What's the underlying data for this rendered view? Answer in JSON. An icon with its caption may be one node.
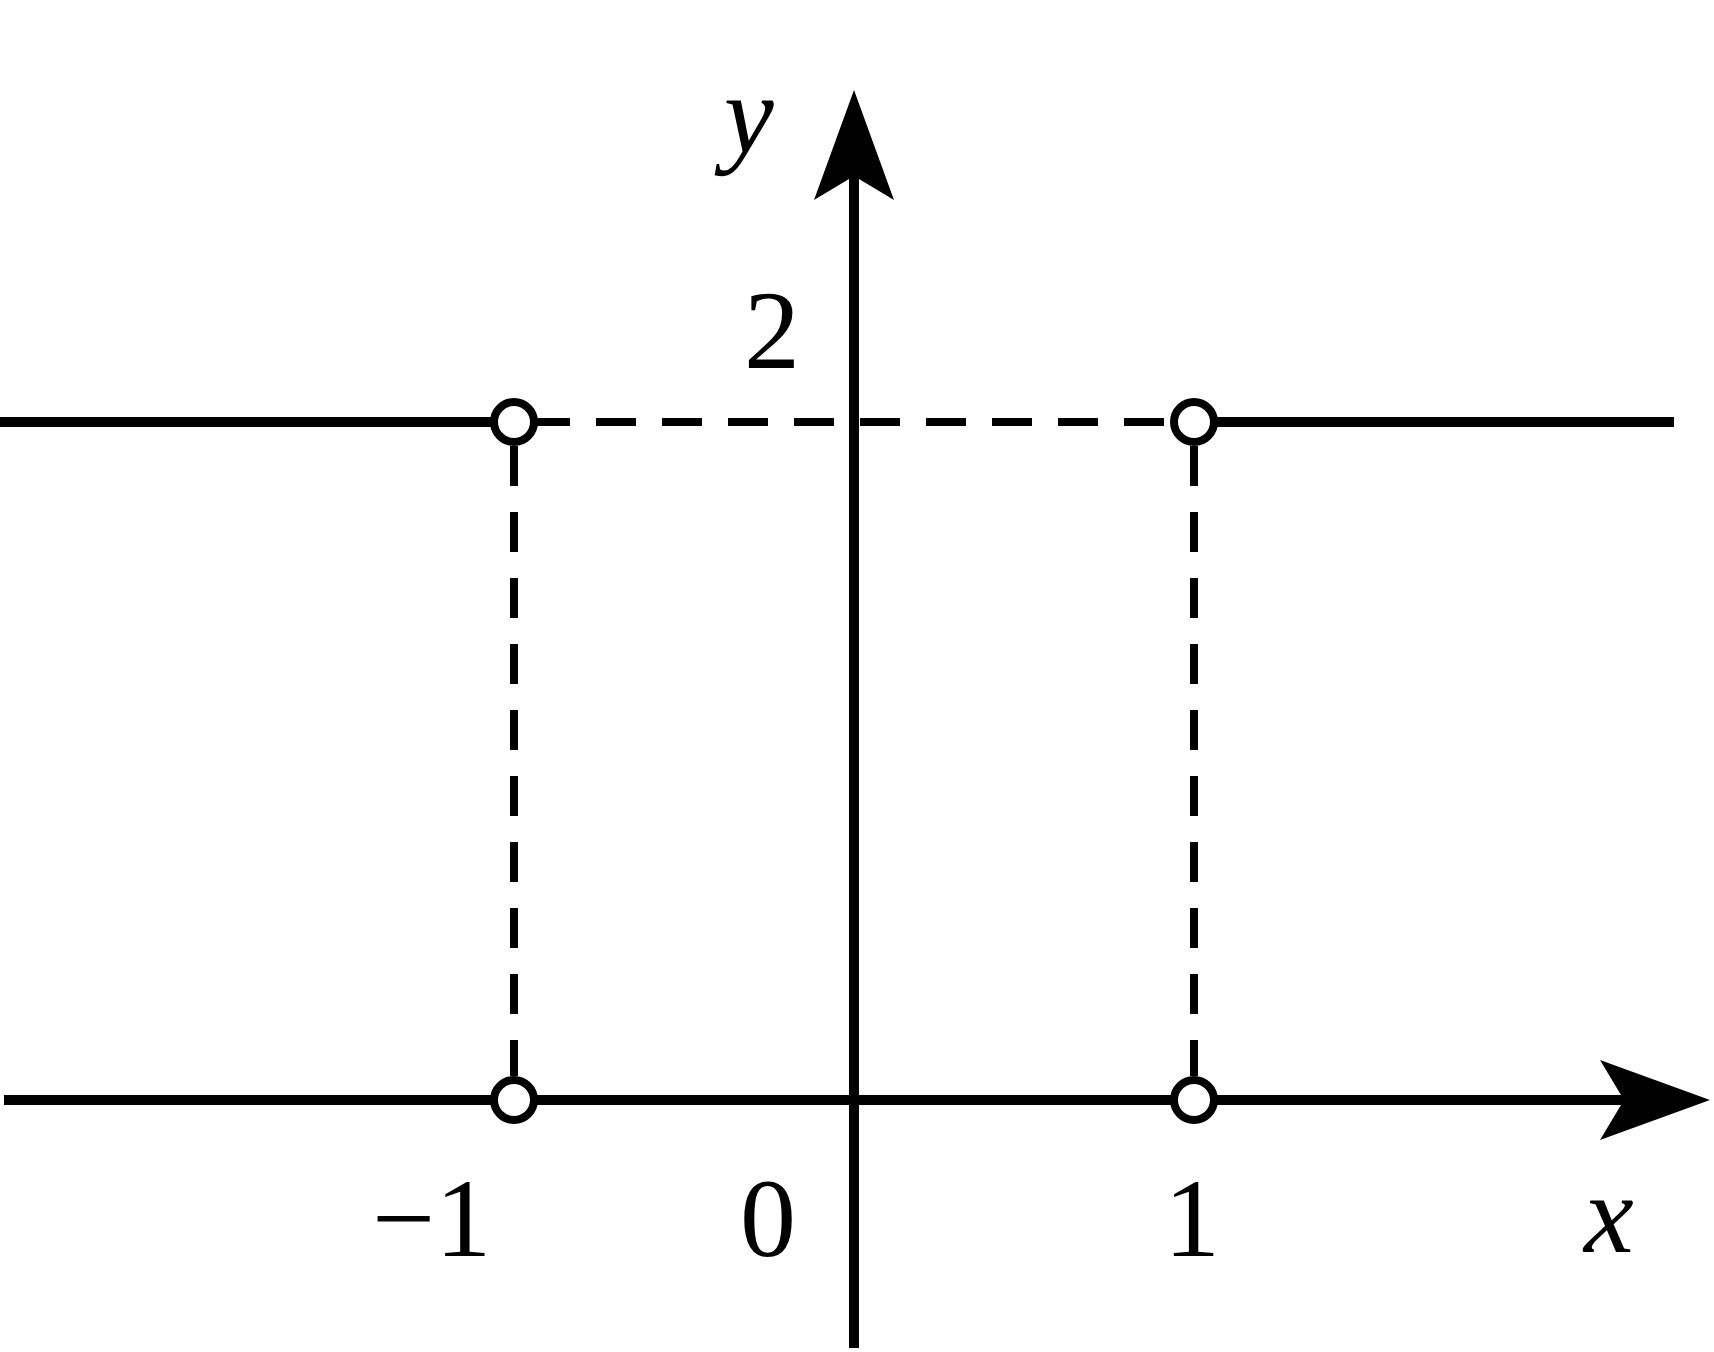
{
  "diagram": {
    "labels": [
      "y",
      "2",
      "−1",
      "0",
      "1",
      "x"
    ]
  }
}
